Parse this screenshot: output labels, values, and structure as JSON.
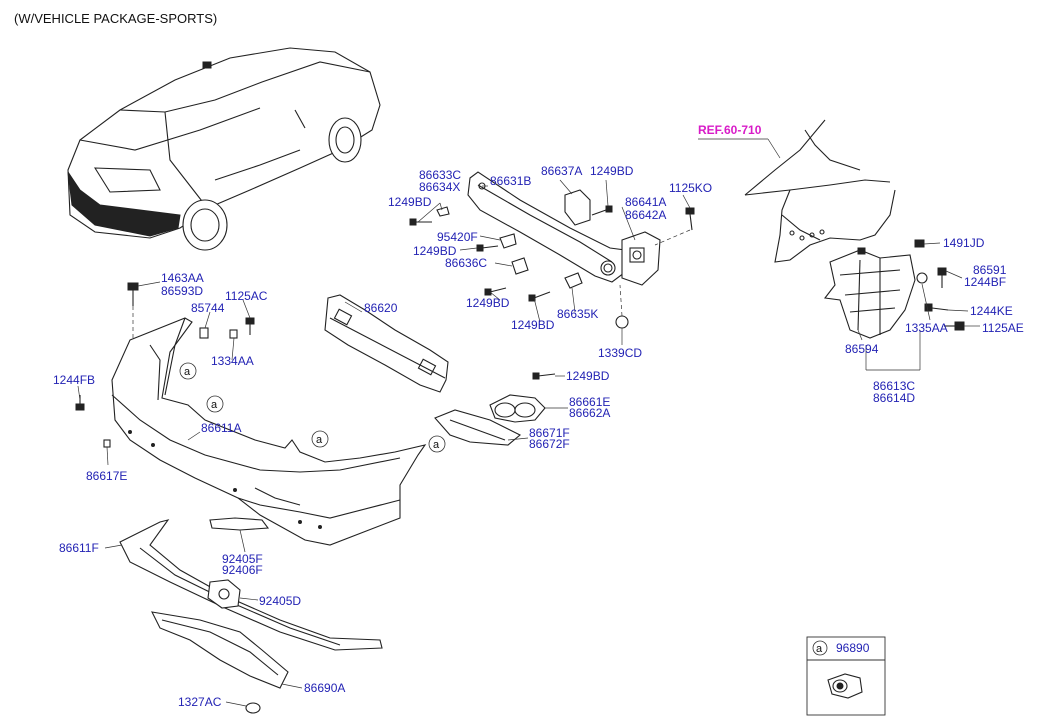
{
  "header": {
    "title": "(W/VEHICLE PACKAGE-SPORTS)"
  },
  "reference": {
    "label": "REF.60-710",
    "color": "#d81bc8"
  },
  "colors": {
    "label": "#2323b4",
    "line": "#222222"
  },
  "callout": {
    "symbol": "a"
  },
  "legend": {
    "symbol": "a",
    "part": "96890"
  },
  "labels": {
    "p1463AA": "1463AA",
    "p86593D": "86593D",
    "p85744": "85744",
    "p1125AC": "1125AC",
    "p1334AA": "1334AA",
    "p1244FB": "1244FB",
    "p86617E": "86617E",
    "p86611A": "86611A",
    "p86620": "86620",
    "p86633C": "86633C",
    "p86634X": "86634X",
    "p1249BD_a": "1249BD",
    "p86631B": "86631B",
    "p86637A": "86637A",
    "p1249BD_b": "1249BD",
    "p1125KO": "1125KO",
    "p86641A": "86641A",
    "p86642A": "86642A",
    "p95420F": "95420F",
    "p1249BD_c": "1249BD",
    "p86636C": "86636C",
    "p1249BD_d": "1249BD",
    "p1249BD_e": "1249BD",
    "p86635K": "86635K",
    "p1339CD": "1339CD",
    "p1249BD_f": "1249BD",
    "p86661E": "86661E",
    "p86662A": "86662A",
    "p86671F": "86671F",
    "p86672F": "86672F",
    "p86611F": "86611F",
    "p92405F": "92405F",
    "p92406F": "92406F",
    "p92405D": "92405D",
    "p86690A": "86690A",
    "p1327AC": "1327AC",
    "p1491JD": "1491JD",
    "p86591": "86591",
    "p1244BF": "1244BF",
    "p1244KE": "1244KE",
    "p1335AA": "1335AA",
    "p1125AE": "1125AE",
    "p86594": "86594",
    "p86613C": "86613C",
    "p86614D": "86614D"
  }
}
